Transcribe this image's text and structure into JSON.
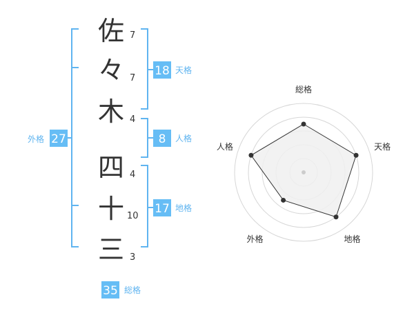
{
  "name": {
    "characters": [
      {
        "char": "佐",
        "strokes": "7"
      },
      {
        "char": "々",
        "strokes": "7"
      },
      {
        "char": "木",
        "strokes": "4"
      },
      {
        "char": "四",
        "strokes": "4"
      },
      {
        "char": "十",
        "strokes": "10"
      },
      {
        "char": "三",
        "strokes": "3"
      }
    ]
  },
  "fortunes": {
    "tenkaku": {
      "value": "18",
      "label": "天格"
    },
    "jinkaku": {
      "value": "8",
      "label": "人格"
    },
    "chikaku": {
      "value": "17",
      "label": "地格"
    },
    "gaikaku": {
      "value": "27",
      "label": "外格"
    },
    "soukaku": {
      "value": "35",
      "label": "総格"
    }
  },
  "colors": {
    "accent": "#5fb4f0",
    "box_fill": "#66bdf5",
    "radar_fill": "#f0f0f0",
    "ring": "#d6d6d6",
    "text": "#333333"
  },
  "chart_data": {
    "type": "radar",
    "axes": [
      "総格",
      "天格",
      "地格",
      "外格",
      "人格"
    ],
    "values": [
      3.5,
      4,
      4,
      2.5,
      4
    ],
    "max": 5
  }
}
